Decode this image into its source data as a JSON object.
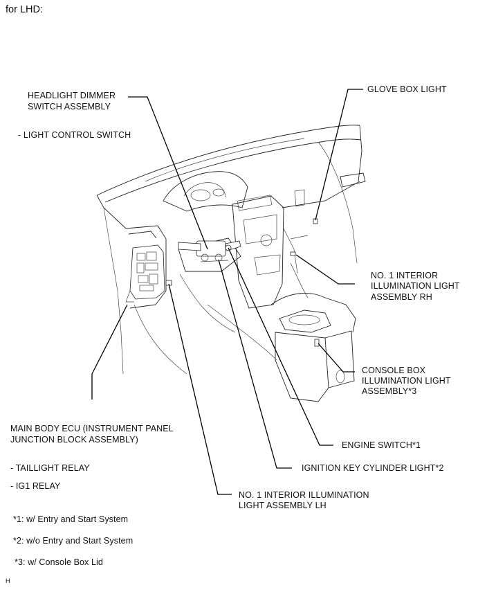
{
  "header": "for LHD:",
  "labels": {
    "headlight_dimmer_l1": "HEADLIGHT DIMMER",
    "headlight_dimmer_l2": "SWITCH ASSEMBLY",
    "light_control": "- LIGHT CONTROL SWITCH",
    "glove_box": "GLOVE BOX LIGHT",
    "rh_l1": "NO. 1 INTERIOR",
    "rh_l2": "ILLUMINATION LIGHT",
    "rh_l3": "ASSEMBLY RH",
    "console_l1": "CONSOLE BOX",
    "console_l2": "ILLUMINATION LIGHT",
    "console_l3": "ASSEMBLY*3",
    "main_ecu_l1": "MAIN BODY ECU (INSTRUMENT PANEL",
    "main_ecu_l2": "JUNCTION BLOCK ASSEMBLY)",
    "engine_switch": "ENGINE SWITCH*1",
    "taillight_relay": "- TAILLIGHT RELAY",
    "ignition_key": "IGNITION KEY CYLINDER LIGHT*2",
    "ig1_relay": "- IG1 RELAY",
    "lh_l1": "NO. 1 INTERIOR ILLUMINATION",
    "lh_l2": "LIGHT ASSEMBLY LH"
  },
  "notes": {
    "n1": "*1: w/ Entry and Start System",
    "n2": "*2: w/o Entry and Start System",
    "n3": "*3: w/ Console Box Lid"
  },
  "figure_code": "H"
}
